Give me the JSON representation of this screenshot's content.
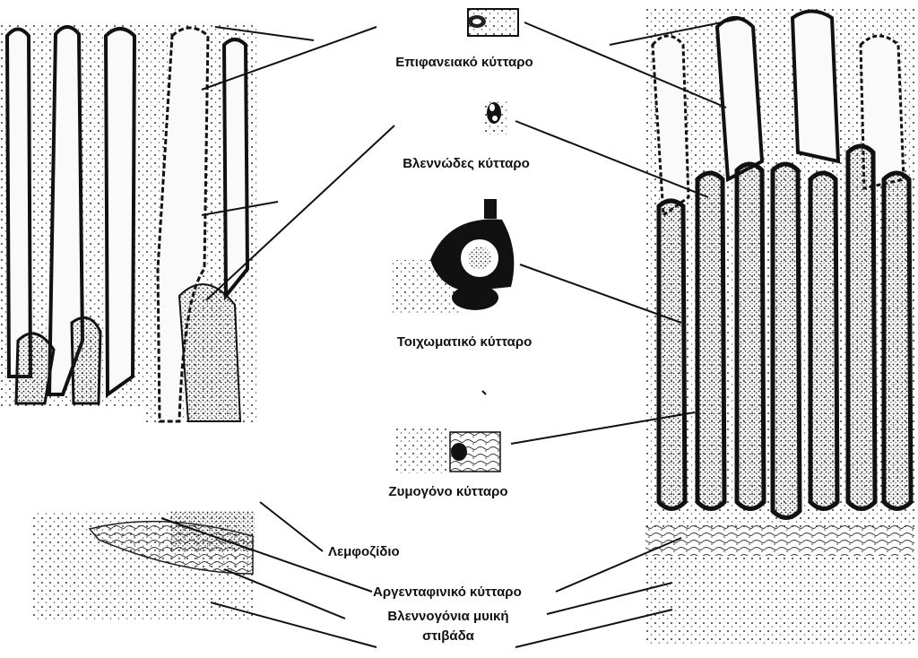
{
  "labels": {
    "surface_cell": "Επιφανειακό κύτταρο",
    "mucous_cell": "Βλεννώδες κύτταρο",
    "parietal_cell": "Τοιχωματικό κύτταρο",
    "zymogen_cell": "Ζυμογόνο κύτταρο",
    "lymphoid_nodule": "Λεμφοζίδιο",
    "argentaffin_cell": "Αργενταφινικό κύτταρο",
    "muscularis_line1": "Βλεννογόνια μυική",
    "muscularis_line2": "στιβάδα"
  },
  "colors": {
    "ink": "#111111",
    "background": "#ffffff",
    "tissue_fill": "#f4f4f4"
  }
}
